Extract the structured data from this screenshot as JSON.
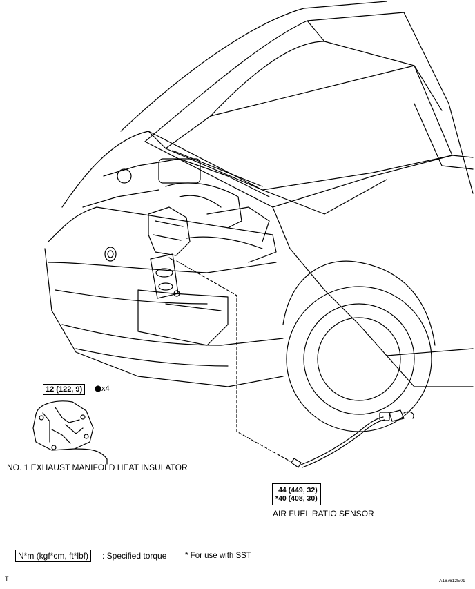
{
  "torque_insulator": "12 (122, 9)",
  "bolt_count": "x4",
  "insulator_label": "NO. 1 EXHAUST MANIFOLD HEAT INSULATOR",
  "torque_sensor_1": "44 (449, 32)",
  "torque_sensor_2": "*40 (408, 30)",
  "sensor_label": "AIR FUEL RATIO SENSOR",
  "legend_box": "N*m (kgf*cm, ft*lbf)",
  "legend_text": ": Specified torque",
  "sst_note": "* For use with SST",
  "corner_left": "T",
  "figure_code": "A167612E01"
}
